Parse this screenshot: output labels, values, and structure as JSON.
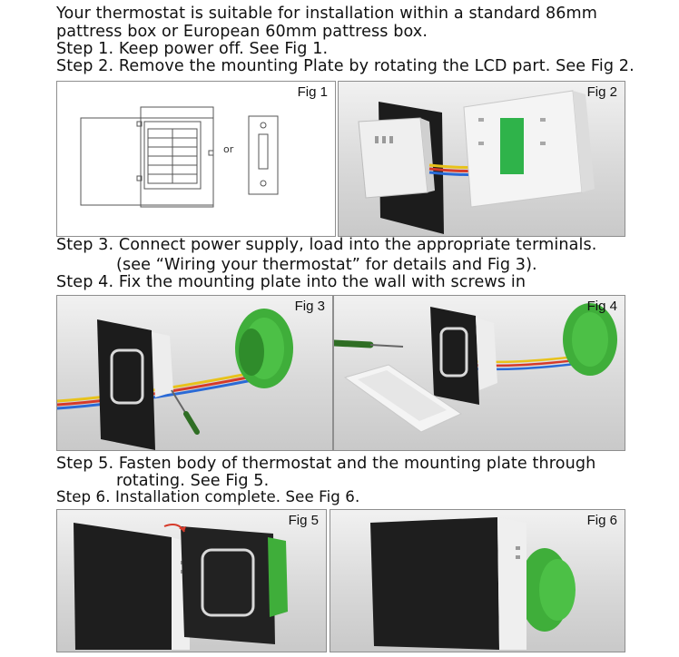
{
  "intro_line1": "Your thermostat is suitable for installation within a standard 86mm",
  "intro_line2": "pattress box or European 60mm pattress box.",
  "step1": "Step 1. Keep power off. See Fig 1.",
  "step2": "Step 2. Remove the mounting Plate by rotating the LCD part. See Fig 2.",
  "step3_line1": "Step 3. Connect power supply, load into the appropriate terminals.",
  "step3_line2": "(see “Wiring your thermostat” for details and Fig 3).",
  "step4": "Step 4. Fix the mounting plate into the wall with screws in",
  "step5_line1": "Step 5. Fasten body of thermostat and the mounting plate through",
  "step5_line2": "rotating. See Fig 5.",
  "step6": "Step 6. Installation complete. See Fig 6.",
  "figures": {
    "fig1": "Fig 1",
    "fig2": "Fig 2",
    "fig3": "Fig 3",
    "fig4": "Fig 4",
    "fig5": "Fig 5",
    "fig6": "Fig 6"
  },
  "fig1_or": "or",
  "colors": {
    "panel_black": "#1c1c1c",
    "box_green": "#3fae3a",
    "lcd_green": "#2fb34a",
    "wire_red": "#d63a2a",
    "wire_yellow": "#e8c21a",
    "wire_blue": "#2a6ad6"
  }
}
